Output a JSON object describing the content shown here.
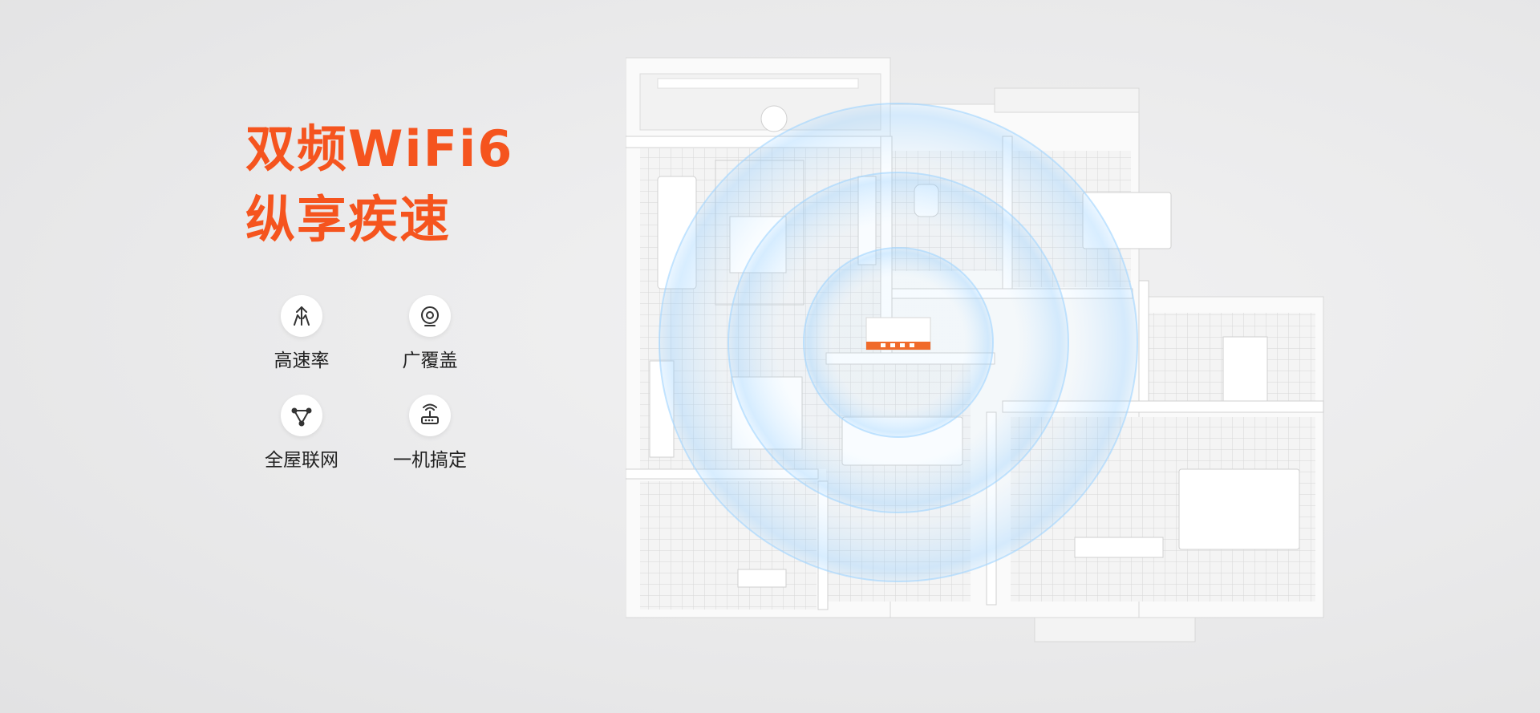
{
  "headline": {
    "line1": "双频WiFi6",
    "line2": "纵享疾速"
  },
  "accent_color": "#f5541e",
  "features": [
    {
      "icon": "speed-arrows-icon",
      "label": "高速率"
    },
    {
      "icon": "coverage-icon",
      "label": "广覆盖"
    },
    {
      "icon": "mesh-network-icon",
      "label": "全屋联网"
    },
    {
      "icon": "router-icon",
      "label": "一机搞定"
    }
  ]
}
